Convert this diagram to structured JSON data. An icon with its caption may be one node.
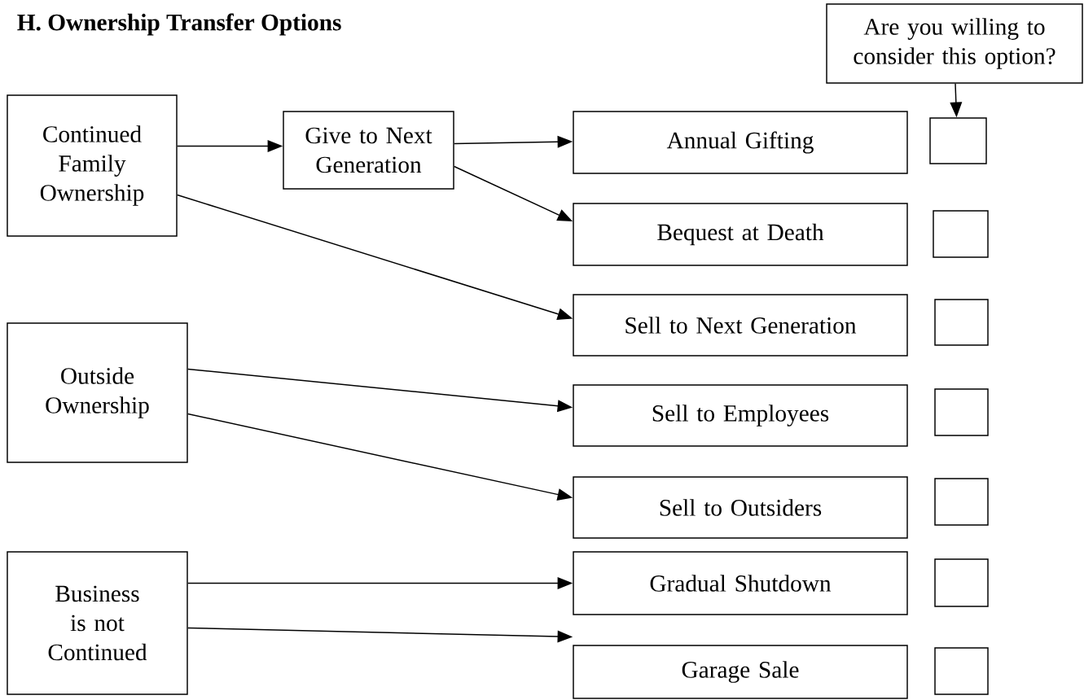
{
  "diagram": {
    "title": "H.   Ownership Transfer Options",
    "nodes": [
      {
        "text": [
          "Continued Family Ownership"
        ]
      },
      {
        "text": [
          "Give to Next Generation"
        ]
      },
      {
        "text": [
          "Are you willing to consider this option?"
        ]
      },
      {
        "text": [
          "Annual Gifting"
        ]
      },
      {
        "text": [],
        "shape": "box"
      },
      {
        "text": [
          "Bequest at Death"
        ]
      },
      {
        "text": [],
        "shape": "box"
      },
      {
        "text": [
          "Sell to Next Generation"
        ]
      },
      {
        "text": [],
        "shape": "box"
      },
      {
        "text": [
          "Outside Ownership"
        ]
      },
      {
        "text": [
          "Sell to Employees"
        ]
      },
      {
        "text": [],
        "shape": "box"
      },
      {
        "text": [
          "Sell to Outsiders"
        ]
      },
      {
        "text": [],
        "shape": "box"
      },
      {
        "text": [
          "Business is not Continued"
        ]
      },
      {
        "text": [
          "Gradual Shutdown"
        ]
      },
      {
        "text": [],
        "shape": "box"
      },
      {
        "text": [
          "Garage Sale"
        ]
      },
      {
        "text": [],
        "shape": "box"
      }
    ],
    "edges": [
      {
        "from": 0,
        "to": 1,
        "arrow": "to"
      },
      {
        "from": 1,
        "to": 3,
        "arrow": "to"
      },
      {
        "from": 1,
        "to": 5,
        "arrow": "to"
      },
      {
        "from": 0,
        "to": 7,
        "arrow": "to"
      },
      {
        "from": 2,
        "to": 4,
        "arrow": "to"
      },
      {
        "from": 9,
        "to": 10,
        "arrow": "to"
      },
      {
        "from": 9,
        "to": 12,
        "arrow": "to"
      },
      {
        "from": 14,
        "to": 15,
        "arrow": "to"
      },
      {
        "from": 14,
        "to": 17,
        "arrow": "to"
      }
    ]
  }
}
